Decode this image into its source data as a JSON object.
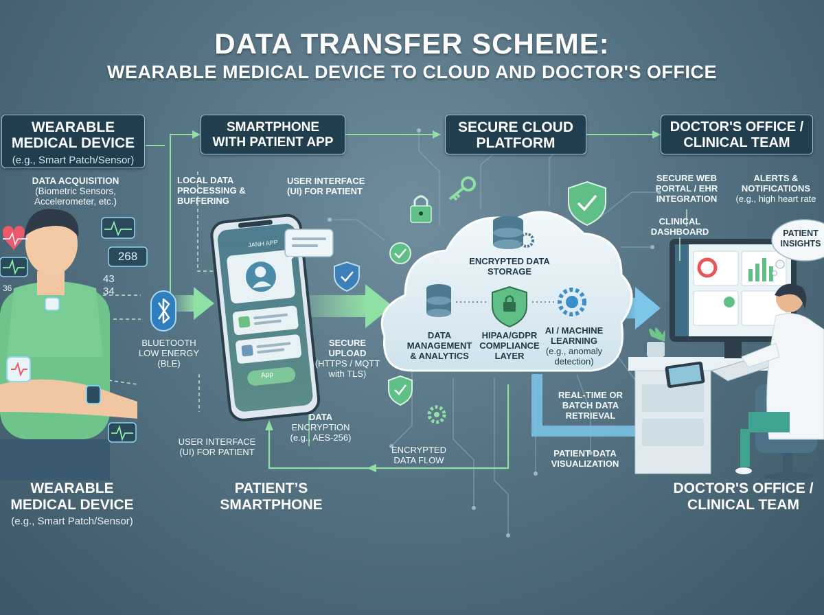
{
  "title": "DATA TRANSFER SCHEME:",
  "subtitle": "WEARABLE MEDICAL DEVICE TO CLOUD AND DOCTOR'S OFFICE",
  "stages": {
    "wearable": {
      "line1": "WEARABLE",
      "line2": "MEDICAL DEVICE",
      "note": "(e.g., Smart Patch/Sensor)"
    },
    "smartphone": {
      "line1": "SMARTPHONE",
      "line2": "WITH PATIENT APP"
    },
    "cloud": {
      "line1": "SECURE CLOUD",
      "line2": "PLATFORM"
    },
    "doctor": {
      "line1": "DOCTOR'S OFFICE /",
      "line2": "CLINICAL TEAM"
    }
  },
  "labels": {
    "acquisition_title": "DATA ACQUISITION",
    "acquisition_l1": "(Biometric Sensors,",
    "acquisition_l2": "Accelerometer, etc.)",
    "local_l1": "LOCAL DATA",
    "local_l2": "PROCESSING &",
    "local_l3": "BUFFERING",
    "ui_top_l1": "USER INTERFACE",
    "ui_top_l2": "(UI) FOR PATIENT",
    "ble_l1": "BLUETOOTH",
    "ble_l2": "LOW ENERGY",
    "ble_l3": "(BLE)",
    "upload_l1": "SECURE",
    "upload_l2": "UPLOAD",
    "upload_l3": "(HTTPS / MQTT",
    "upload_l4": "with TLS)",
    "ui_bottom_l1": "USER INTERFACE",
    "ui_bottom_l2": "(UI) FOR PATIENT",
    "encryption_l1": "DATA",
    "encryption_l2": "ENCRYPTION",
    "encryption_l3": "(e.g., AES-256)",
    "encrypted_flow_l1": "ENCRYPTED",
    "encrypted_flow_l2": "DATA FLOW",
    "storage_l1": "ENCRYPTED DATA",
    "storage_l2": "STORAGE",
    "mgmt_l1": "DATA",
    "mgmt_l2": "MANAGEMENT",
    "mgmt_l3": "& ANALYTICS",
    "hipaa_l1": "HIPAA/GDPR",
    "hipaa_l2": "COMPLIANCE",
    "hipaa_l3": "LAYER",
    "ai_l1": "AI / MACHINE",
    "ai_l2": "LEARNING",
    "ai_l3": "(e.g., anomaly",
    "ai_l4": "detection)",
    "portal_l1": "SECURE WEB",
    "portal_l2": "PORTAL / EHR",
    "portal_l3": "INTEGRATION",
    "alerts_l1": "ALERTS &",
    "alerts_l2": "NOTIFICATIONS",
    "alerts_l3": "(e.g., high heart rate",
    "dashboard_l1": "CLINICAL",
    "dashboard_l2": "DASHBOARD",
    "insights_l1": "PATIENT",
    "insights_l2": "INSIGHTS",
    "retrieval_l1": "REAL-TIME OR",
    "retrieval_l2": "BATCH DATA",
    "retrieval_l3": "RETRIEVAL",
    "viz_l1": "PATIENT DATA",
    "viz_l2": "VISUALIZATION",
    "app_title": "JANH APP",
    "app_button": "App",
    "reading_268": "268",
    "reading_43": "43",
    "reading_34": "34",
    "reading_36": "36"
  },
  "bottom": {
    "wearable_l1": "WEARABLE",
    "wearable_l2": "MEDICAL DEVICE",
    "wearable_note": "(e.g., Smart Patch/Sensor)",
    "phone_l1": "PATIENT’S",
    "phone_l2": "SMARTPHONE",
    "doctor_l1": "DOCTOR'S OFFICE /",
    "doctor_l2": "CLINICAL TEAM"
  },
  "colors": {
    "box": "#203e4d",
    "flow_green": "#8fe0a4",
    "flow_blue": "#7cc6ea",
    "shield": "#5fbf86"
  }
}
